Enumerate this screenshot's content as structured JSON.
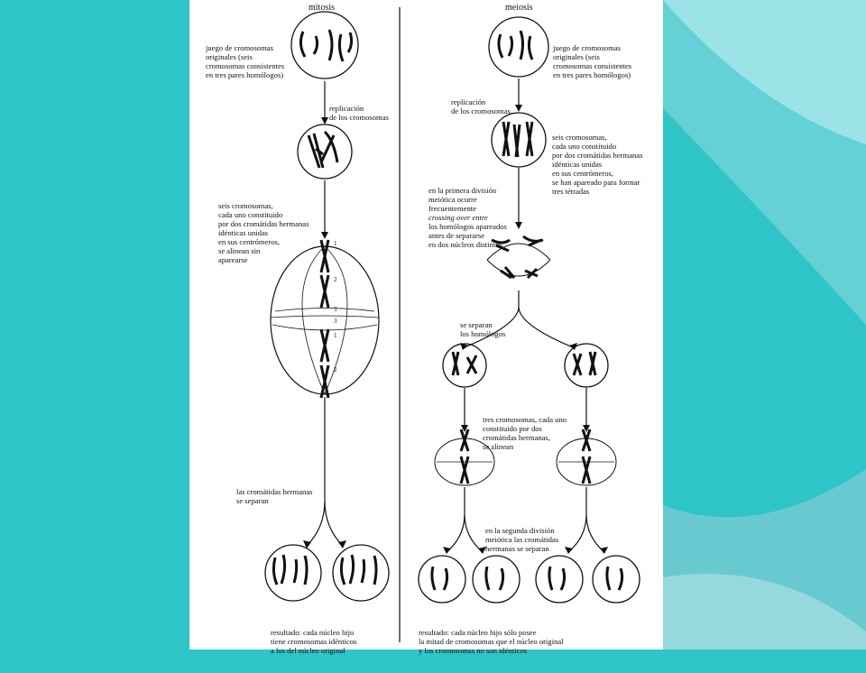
{
  "colors": {
    "background": "#2fc4c8",
    "page": "#ffffff",
    "ink": "#111111"
  },
  "mitosis": {
    "title": "mitosis",
    "original_set": [
      "juego de cromosomas",
      "originales (seis",
      "cromosomas consistentes",
      "en tres pares homólogos)"
    ],
    "replication": [
      "replicación",
      "de los cromosomas"
    ],
    "align": [
      "seis cromosomas,",
      "cada uno constituido",
      "por dos cromátidas hermanas",
      "idénticas unidas",
      "en sus centrómeros,",
      "se alinean sin",
      "aparearse"
    ],
    "separate": [
      "las cromátidas hermanas",
      "se separan"
    ],
    "result": [
      "resultado: cada núcleo hijo",
      "tiene cromosomas idénticos",
      "a los del núcleo original"
    ]
  },
  "meiosis": {
    "title": "meiosis",
    "original_set": [
      "juego de cromosomas",
      "originales (seis",
      "cromosomas consistentes",
      "en tres pares homólogos)"
    ],
    "replication": [
      "replicación",
      "de los cromosomas"
    ],
    "tetrads": [
      "seis cromosomas,",
      "cada uno constituido",
      "por dos cromátidas hermanas",
      "idénticas unidas",
      "en sus centrómeros,",
      "se han apareado para formar",
      "tres tétradas"
    ],
    "first_division": [
      "en la primera división",
      "meiótica ocurre",
      "frecuentemente",
      "crossing over entre",
      "los homólogos apareados",
      "antes de separarse",
      "en dos núcleos distintos"
    ],
    "homologs_separate": [
      "se separan",
      "los homólogos"
    ],
    "three_chromosomes": [
      "tres cromosomas, cada uno",
      "constituido por dos",
      "cromátidas hermanas,",
      "se alinean"
    ],
    "second_division": [
      "en la segunda división",
      "meiótica las cromátidas",
      "hermanas se separan"
    ],
    "result": [
      "resultado: cada núcleo hijo sólo posee",
      "la mitad de cromosomas que el núcleo original",
      "y los cromosomas no son idénticos"
    ]
  },
  "labels": {
    "one": "1",
    "two": "2",
    "three": "3"
  }
}
